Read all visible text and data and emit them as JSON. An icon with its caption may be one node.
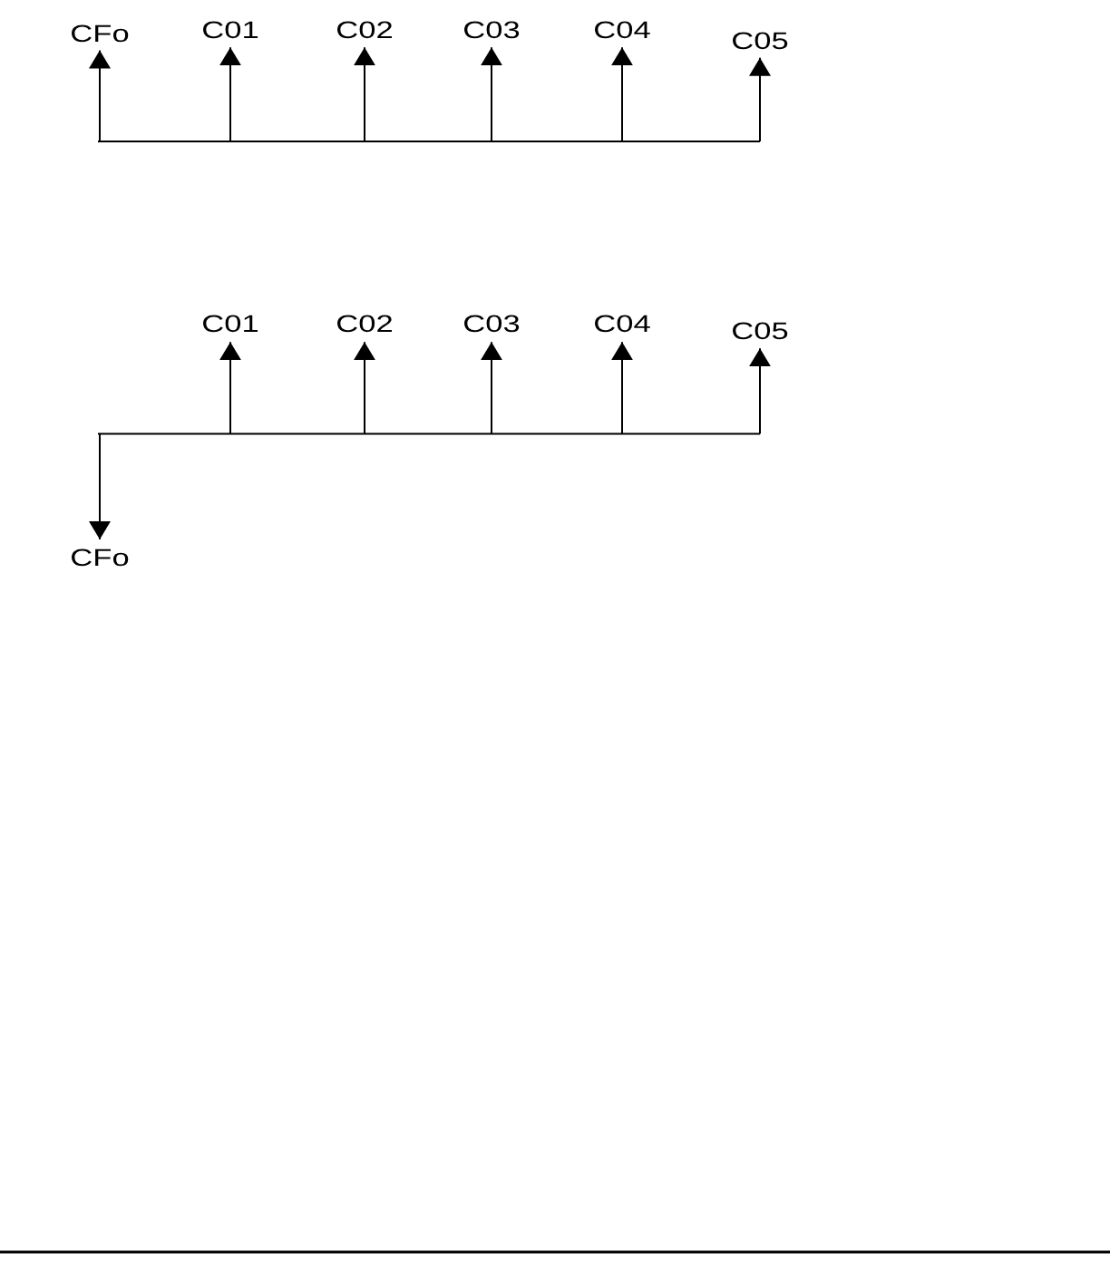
{
  "diagram": {
    "nodes": [
      {
        "text": [
          "CFo"
        ]
      },
      {
        "text": [
          "C01"
        ]
      },
      {
        "text": [
          "C02"
        ]
      },
      {
        "text": [
          "C03"
        ]
      },
      {
        "text": [
          "C04"
        ]
      },
      {
        "text": [
          "C05"
        ]
      },
      {
        "text": [
          "C01"
        ]
      },
      {
        "text": [
          "C02"
        ]
      },
      {
        "text": [
          "C03"
        ]
      },
      {
        "text": [
          "C04"
        ]
      },
      {
        "text": [
          "C05"
        ]
      },
      {
        "text": [
          "CFo"
        ]
      }
    ],
    "edges": [
      {
        "from": null,
        "to": 0,
        "arrow": "to"
      },
      {
        "from": null,
        "to": 1,
        "arrow": "to"
      },
      {
        "from": null,
        "to": 2,
        "arrow": "to"
      },
      {
        "from": null,
        "to": 3,
        "arrow": "to"
      },
      {
        "from": null,
        "to": 4,
        "arrow": "to"
      },
      {
        "from": null,
        "to": 5,
        "arrow": "to"
      },
      {
        "from": null,
        "to": 6,
        "arrow": "to"
      },
      {
        "from": null,
        "to": 7,
        "arrow": "to"
      },
      {
        "from": null,
        "to": 8,
        "arrow": "to"
      },
      {
        "from": null,
        "to": 9,
        "arrow": "to"
      },
      {
        "from": null,
        "to": 10,
        "arrow": "to"
      },
      {
        "from": null,
        "to": 11,
        "arrow": "to"
      }
    ]
  }
}
